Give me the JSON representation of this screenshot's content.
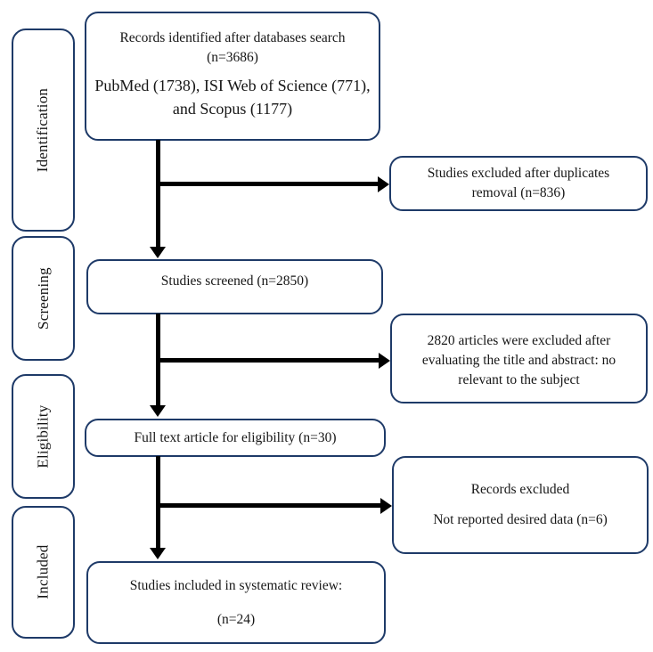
{
  "figure": {
    "background": "#ffffff",
    "border_color": "#1e3a68",
    "arrow_color": "#000000",
    "text_color": "#161616",
    "stages": [
      {
        "label": "Identification"
      },
      {
        "label": "Screening"
      },
      {
        "label": "Eligibility"
      },
      {
        "label": "Included"
      }
    ],
    "boxes": {
      "identified": {
        "line1": "Records identified after databases search",
        "line2": "(n=3686)",
        "line3": "PubMed (1738), ISI Web of Science (771),",
        "line4": "and Scopus (1177)"
      },
      "duplicates_excluded": {
        "line1": "Studies excluded after duplicates",
        "line2": "removal (n=836)"
      },
      "screened": {
        "line1": "Studies screened (n=2850)"
      },
      "abstract_excluded": {
        "line1": "2820 articles were excluded after",
        "line2": "evaluating the title and abstract: no",
        "line3": "relevant to the subject"
      },
      "fulltext": {
        "line1": "Full text article for eligibility (n=30)"
      },
      "records_excluded": {
        "line1": "Records excluded",
        "line2": "Not reported desired data (n=6)"
      },
      "included": {
        "line1": "Studies included in systematic review:",
        "line2": "(n=24)"
      }
    }
  }
}
